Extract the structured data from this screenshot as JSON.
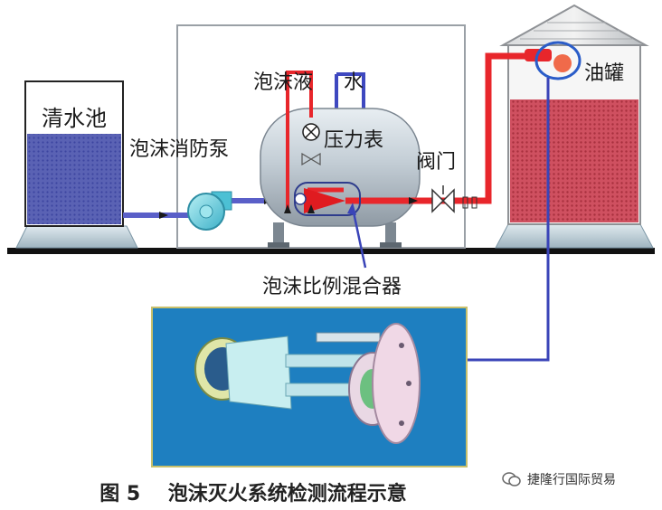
{
  "labels": {
    "clear_water_pool": "清水池",
    "foam_pump": "泡沫消防泵",
    "foam_liquid": "泡沫液",
    "water": "水",
    "pressure_gauge": "压力表",
    "valve": "阀门",
    "oil_tank": "油罐",
    "foam_proportioner": "泡沫比例混合器"
  },
  "caption": {
    "figure_number": "图 5",
    "title": "泡沫灭火系统检测流程示意"
  },
  "brand": {
    "name": "捷隆行国际贸易"
  },
  "colors": {
    "water_line": "#5a5fc8",
    "foam_line": "#e8262b",
    "water_fill": "#5560b0",
    "oil_fill": "#c84656",
    "detail_bg": "#1e7fc0"
  }
}
